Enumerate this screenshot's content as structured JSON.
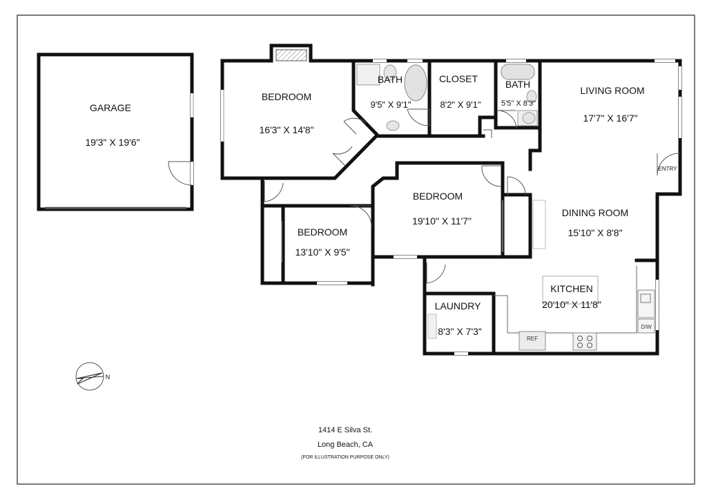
{
  "rooms": {
    "garage": {
      "name": "GARAGE",
      "dims": "19'3\" X 19'6\""
    },
    "bedroom1": {
      "name": "BEDROOM",
      "dims": "16'3\" X 14'8\""
    },
    "bath1": {
      "name": "BATH",
      "dims": "9'5\" X 9'1\""
    },
    "closet": {
      "name": "CLOSET",
      "dims": "8'2\" X 9'1\""
    },
    "bath2": {
      "name": "BATH",
      "dims": "5'5\" X 8'3\""
    },
    "living": {
      "name": "LIVING ROOM",
      "dims": "17'7\" X 16'7\""
    },
    "bedroom2": {
      "name": "BEDROOM",
      "dims": "19'10\" X 11'7\""
    },
    "dining": {
      "name": "DINING ROOM",
      "dims": "15'10\" X 8'8\""
    },
    "bedroom3": {
      "name": "BEDROOM",
      "dims": "13'10\" X 9'5\""
    },
    "kitchen": {
      "name": "KITCHEN",
      "dims": "20'10\" X 11'8\""
    },
    "laundry": {
      "name": "LAUNDRY",
      "dims": "8'3\" X 7'3\""
    }
  },
  "fixtures": {
    "entry": "ENTRY",
    "ref": "REF",
    "dw": "D/W"
  },
  "compass": {
    "letter": "N",
    "icon": "compass-icon"
  },
  "address": {
    "street": "1414 E Silva St.",
    "city": "Long Beach, CA",
    "note": "(FOR ILLUSTRATION PURPOSE ONLY)"
  }
}
